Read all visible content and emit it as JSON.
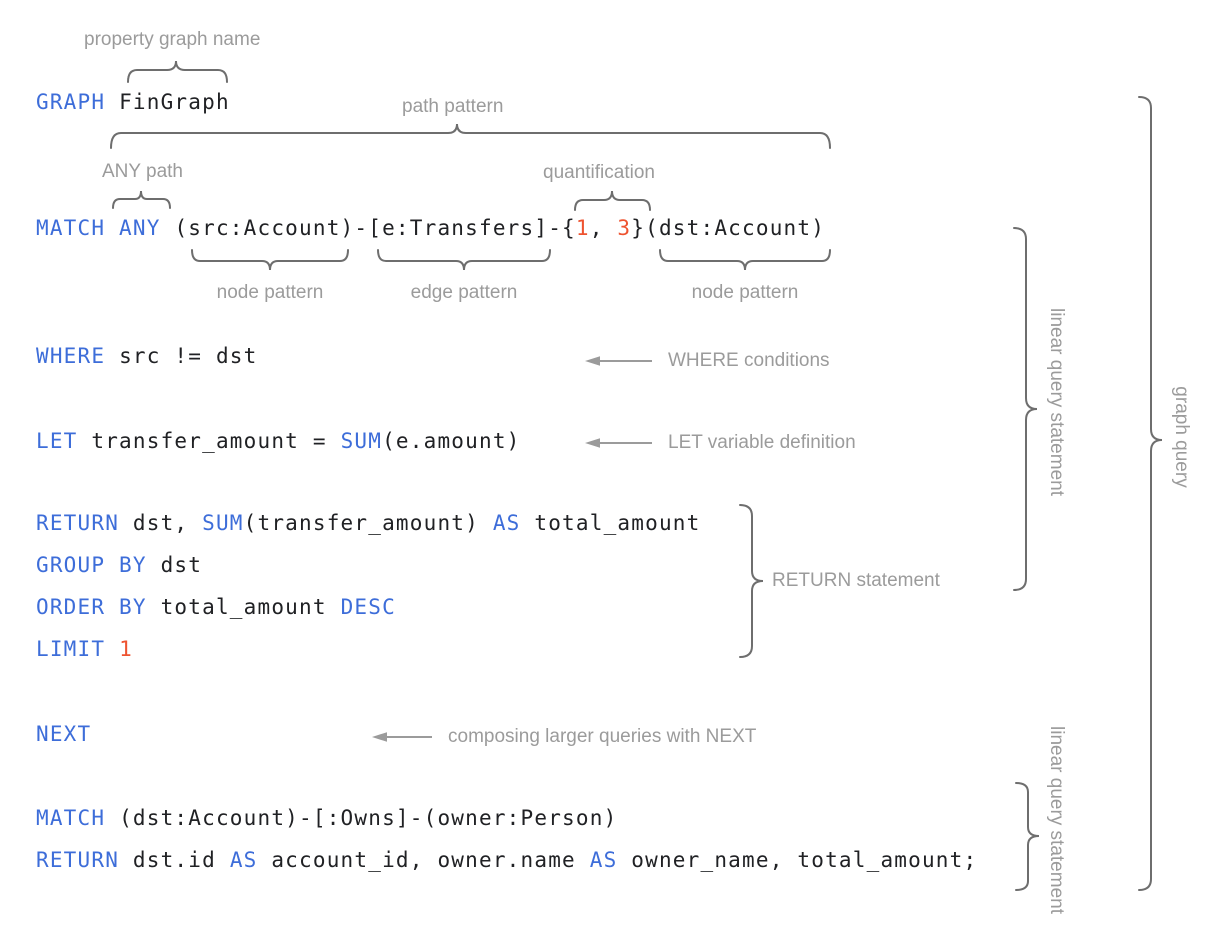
{
  "colors": {
    "background": "#FFFFFF",
    "keyword": "#3D6DD9",
    "number": "#EE5330",
    "code": "#202124",
    "annotation": "#9B9B9B",
    "brace": "#6E6E6E"
  },
  "code": {
    "lines": [
      {
        "name": "graph-clause",
        "segments": [
          {
            "t": "GRAPH "
          },
          {
            "t": "FinGraph"
          }
        ]
      },
      {
        "name": "match-clause",
        "segments": [
          {
            "t": "MATCH ANY "
          },
          {
            "t": "(src:Account)-[e:Transfers]-{"
          },
          {
            "t": "1"
          },
          {
            "t": ", "
          },
          {
            "t": "3"
          },
          {
            "t": "}(dst:Account)"
          }
        ]
      },
      {
        "name": "where-clause",
        "segments": [
          {
            "t": "WHERE "
          },
          {
            "t": "src != dst"
          }
        ]
      },
      {
        "name": "let-clause",
        "segments": [
          {
            "t": "LET "
          },
          {
            "t": "transfer_amount = "
          },
          {
            "t": "SUM"
          },
          {
            "t": "(e.amount)"
          }
        ]
      },
      {
        "name": "return-clause-1",
        "segments": [
          {
            "t": "RETURN "
          },
          {
            "t": "dst, "
          },
          {
            "t": "SUM"
          },
          {
            "t": "(transfer_amount) "
          },
          {
            "t": "AS"
          },
          {
            "t": " total_amount"
          }
        ]
      },
      {
        "name": "group-by-clause",
        "segments": [
          {
            "t": "GROUP BY "
          },
          {
            "t": "dst"
          }
        ]
      },
      {
        "name": "order-by-clause",
        "segments": [
          {
            "t": "ORDER BY "
          },
          {
            "t": "total_amount "
          },
          {
            "t": "DESC"
          }
        ]
      },
      {
        "name": "limit-clause",
        "segments": [
          {
            "t": "LIMIT "
          },
          {
            "t": "1"
          }
        ]
      },
      {
        "name": "next-clause",
        "segments": [
          {
            "t": "NEXT"
          }
        ]
      },
      {
        "name": "match-clause-2",
        "segments": [
          {
            "t": "MATCH "
          },
          {
            "t": "(dst:Account)-[:Owns]-(owner:Person)"
          }
        ]
      },
      {
        "name": "return-clause-2",
        "segments": [
          {
            "t": "RETURN "
          },
          {
            "t": "dst.id "
          },
          {
            "t": "AS"
          },
          {
            "t": " account_id, owner.name "
          },
          {
            "t": "AS"
          },
          {
            "t": " owner_name, total_amount;"
          }
        ]
      }
    ]
  },
  "annotations": {
    "property_graph_name": "property graph name",
    "path_pattern": "path pattern",
    "any_path": "ANY path",
    "quantification": "quantification",
    "node_pattern_src": "node pattern",
    "edge_pattern": "edge pattern",
    "node_pattern_dst": "node pattern",
    "where_conditions": "WHERE conditions",
    "let_variable_definition": "LET variable definition",
    "return_statement": "RETURN statement",
    "composing_next": "composing larger queries with NEXT",
    "linear_query_statement_1": "linear query statement",
    "graph_query": "graph query",
    "linear_query_statement_2": "linear query statement"
  }
}
